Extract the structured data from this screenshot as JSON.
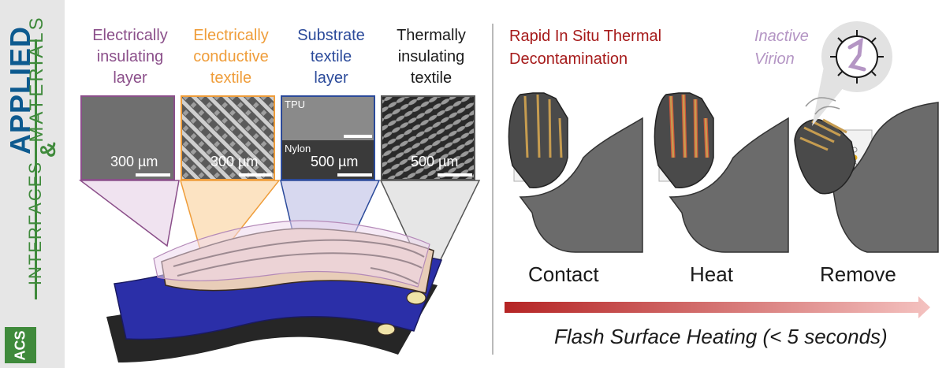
{
  "journal": {
    "acs": "ACS",
    "applied": "APPLIED",
    "materials": "MATERIALS",
    "amp": "&",
    "interfaces": "INTERFACES"
  },
  "layers": [
    {
      "label": "Electrically insulating layer",
      "lines": [
        "Electrically",
        "insulating",
        "layer"
      ],
      "color": "#8b4f8a",
      "scale": "300 µm"
    },
    {
      "label": "Electrically conductive textile",
      "lines": [
        "Electrically",
        "conductive",
        "textile"
      ],
      "color": "#ef9d3a",
      "scale": "300 µm"
    },
    {
      "label": "Substrate textile layer",
      "lines": [
        "Substrate",
        "textile",
        "layer"
      ],
      "color": "#2b4a9a",
      "scale": "500 µm"
    },
    {
      "label": "Thermally insulating textile",
      "lines": [
        "Thermally",
        "insulating",
        "textile"
      ],
      "color": "#1a1a1a",
      "scale": "500 µm"
    }
  ],
  "micro_tags": {
    "tpu": "TPU",
    "nylon": "Nylon"
  },
  "right": {
    "title_lines": [
      "Rapid In Situ Thermal",
      "Decontamination"
    ],
    "virion_lines": [
      "Inactive",
      "Virion"
    ],
    "steps": [
      "Contact",
      "Heat",
      "Remove"
    ],
    "arrow_caption": "Flash Surface Heating (< 5 seconds)"
  },
  "colors": {
    "title_red": "#a61b1b",
    "virion_purple": "#b495c4",
    "acs_green": "#3f8a3b",
    "applied_blue": "#0d5a8f",
    "glove": "#4a4a4a",
    "sleeve": "#6b6b6b"
  }
}
